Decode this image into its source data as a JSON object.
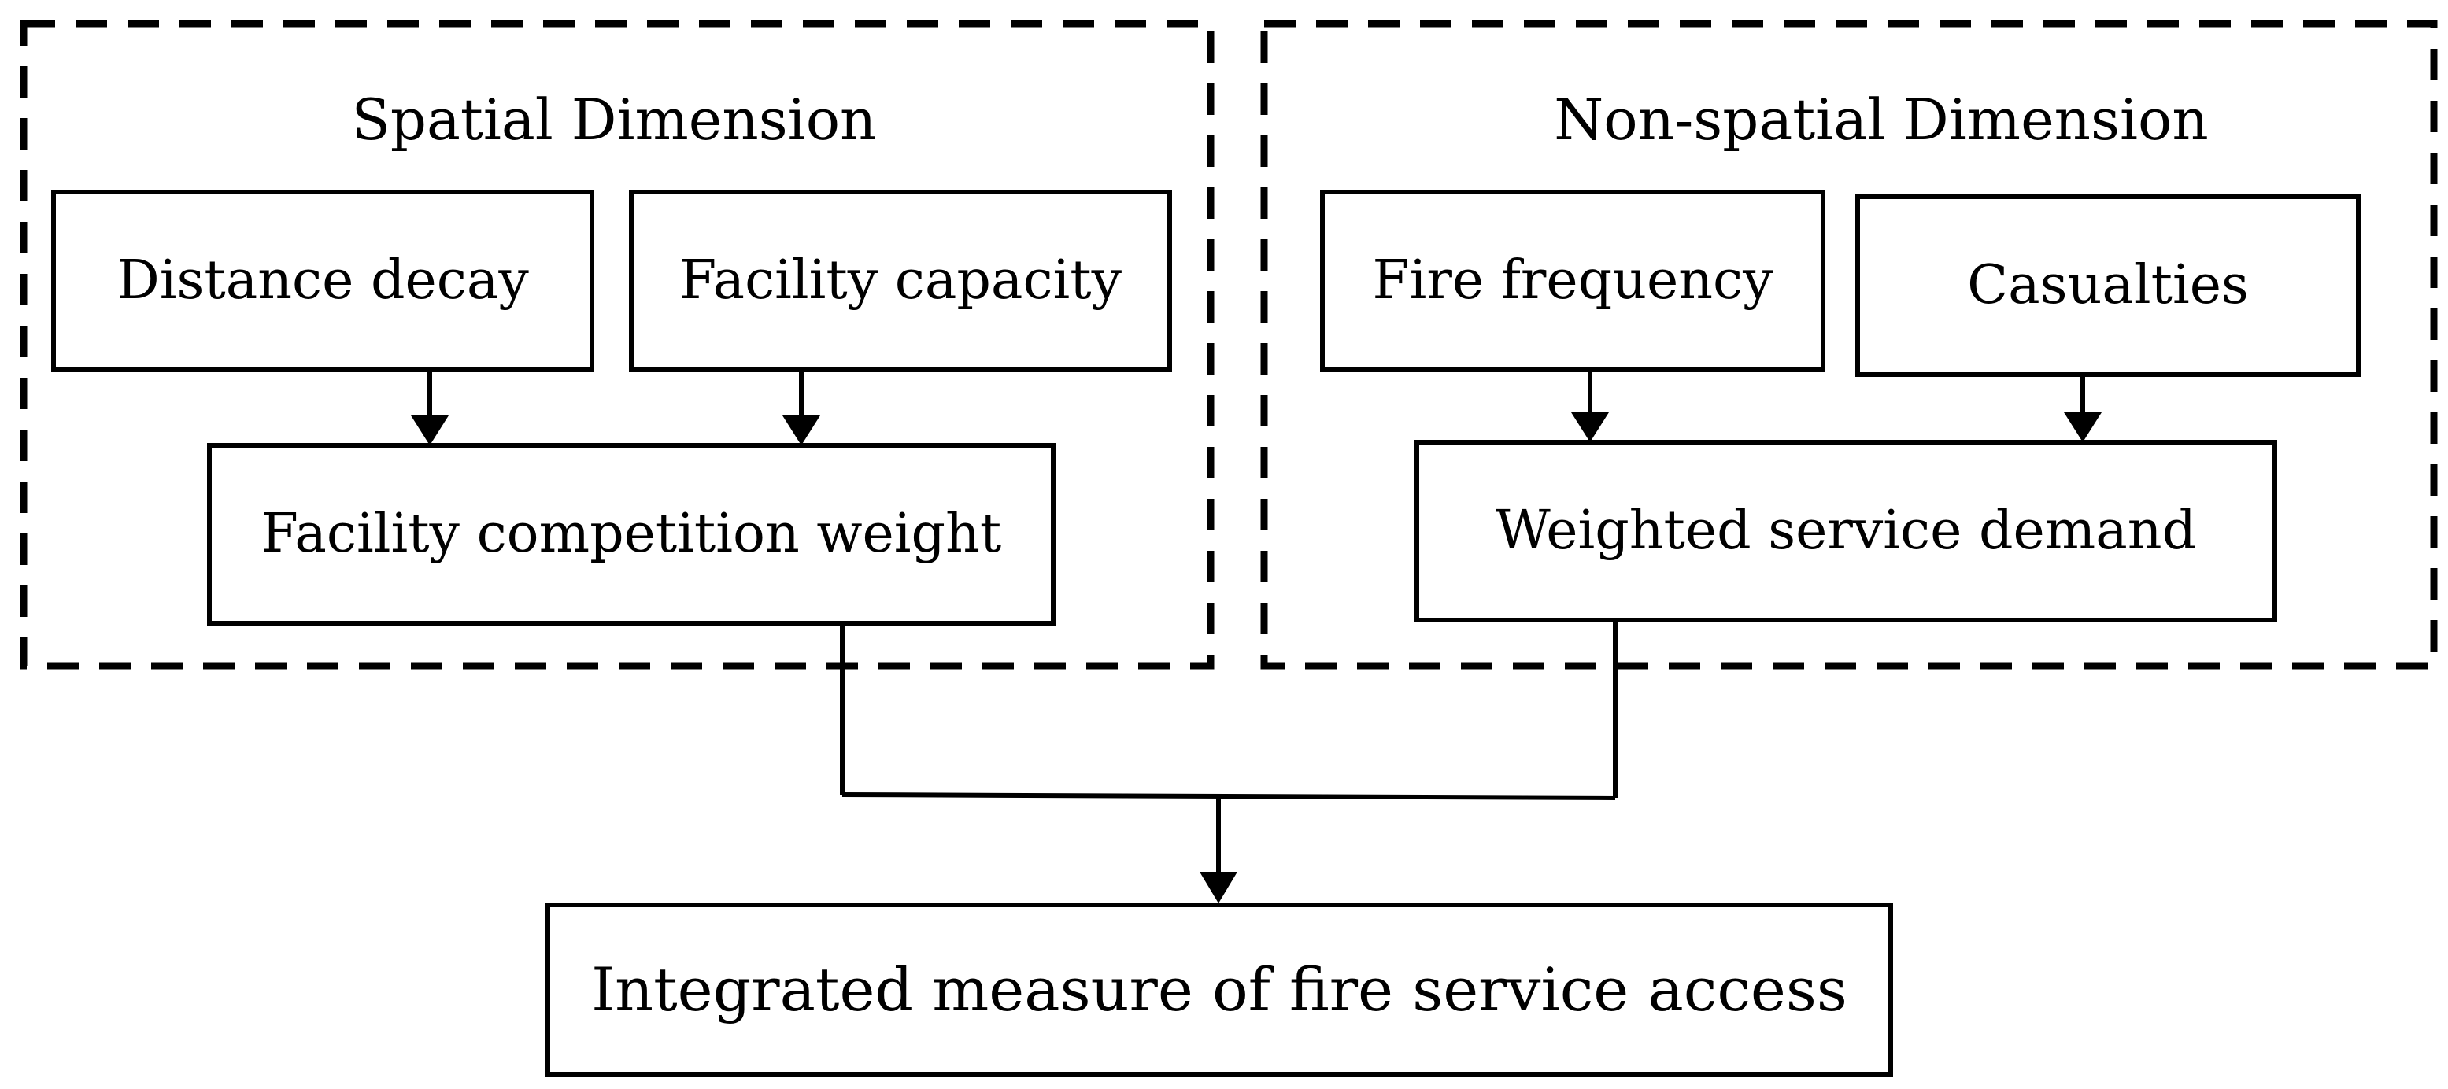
{
  "spatial": {
    "title": "Spatial Dimension",
    "distance_decay": "Distance decay",
    "facility_capacity": "Facility capacity",
    "competition_weight": "Facility competition weight"
  },
  "non_spatial": {
    "title": "Non-spatial Dimension",
    "fire_frequency": "Fire frequency",
    "casualties": "Casualties",
    "weighted_demand": "Weighted service demand"
  },
  "result": {
    "label": "Integrated measure of fire service access"
  },
  "colors": {
    "stroke": "#000000",
    "background": "#ffffff"
  }
}
